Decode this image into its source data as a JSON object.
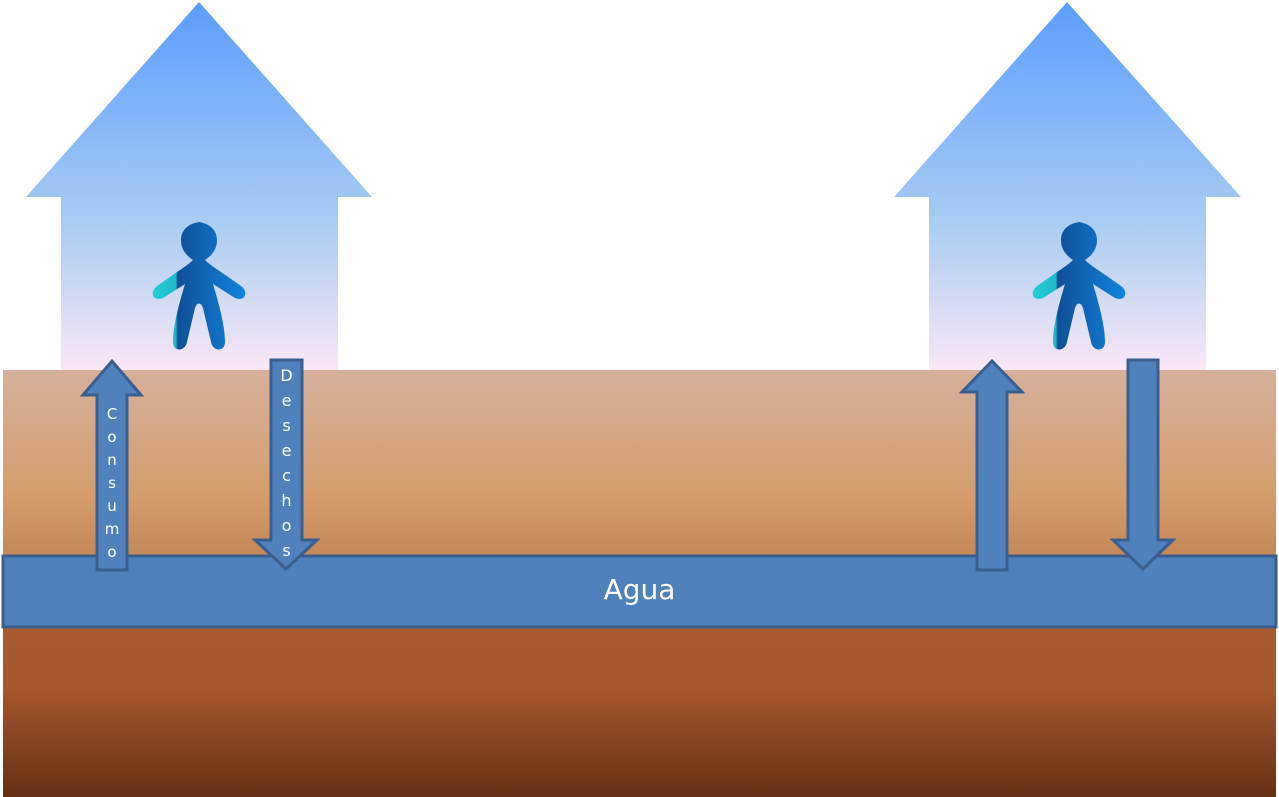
{
  "diagram": {
    "water_label": "Agua",
    "consumption_label": "Consumo",
    "waste_label": "Desechos"
  },
  "colors": {
    "water": "#4f81bd",
    "water_border": "#3a5f8f",
    "house_top": "#5c9dff",
    "house_bottom": "#fbe8f6",
    "soil_top": "#d6b09c",
    "soil_deep": "#6a3214",
    "person": "#1a6fc8"
  }
}
